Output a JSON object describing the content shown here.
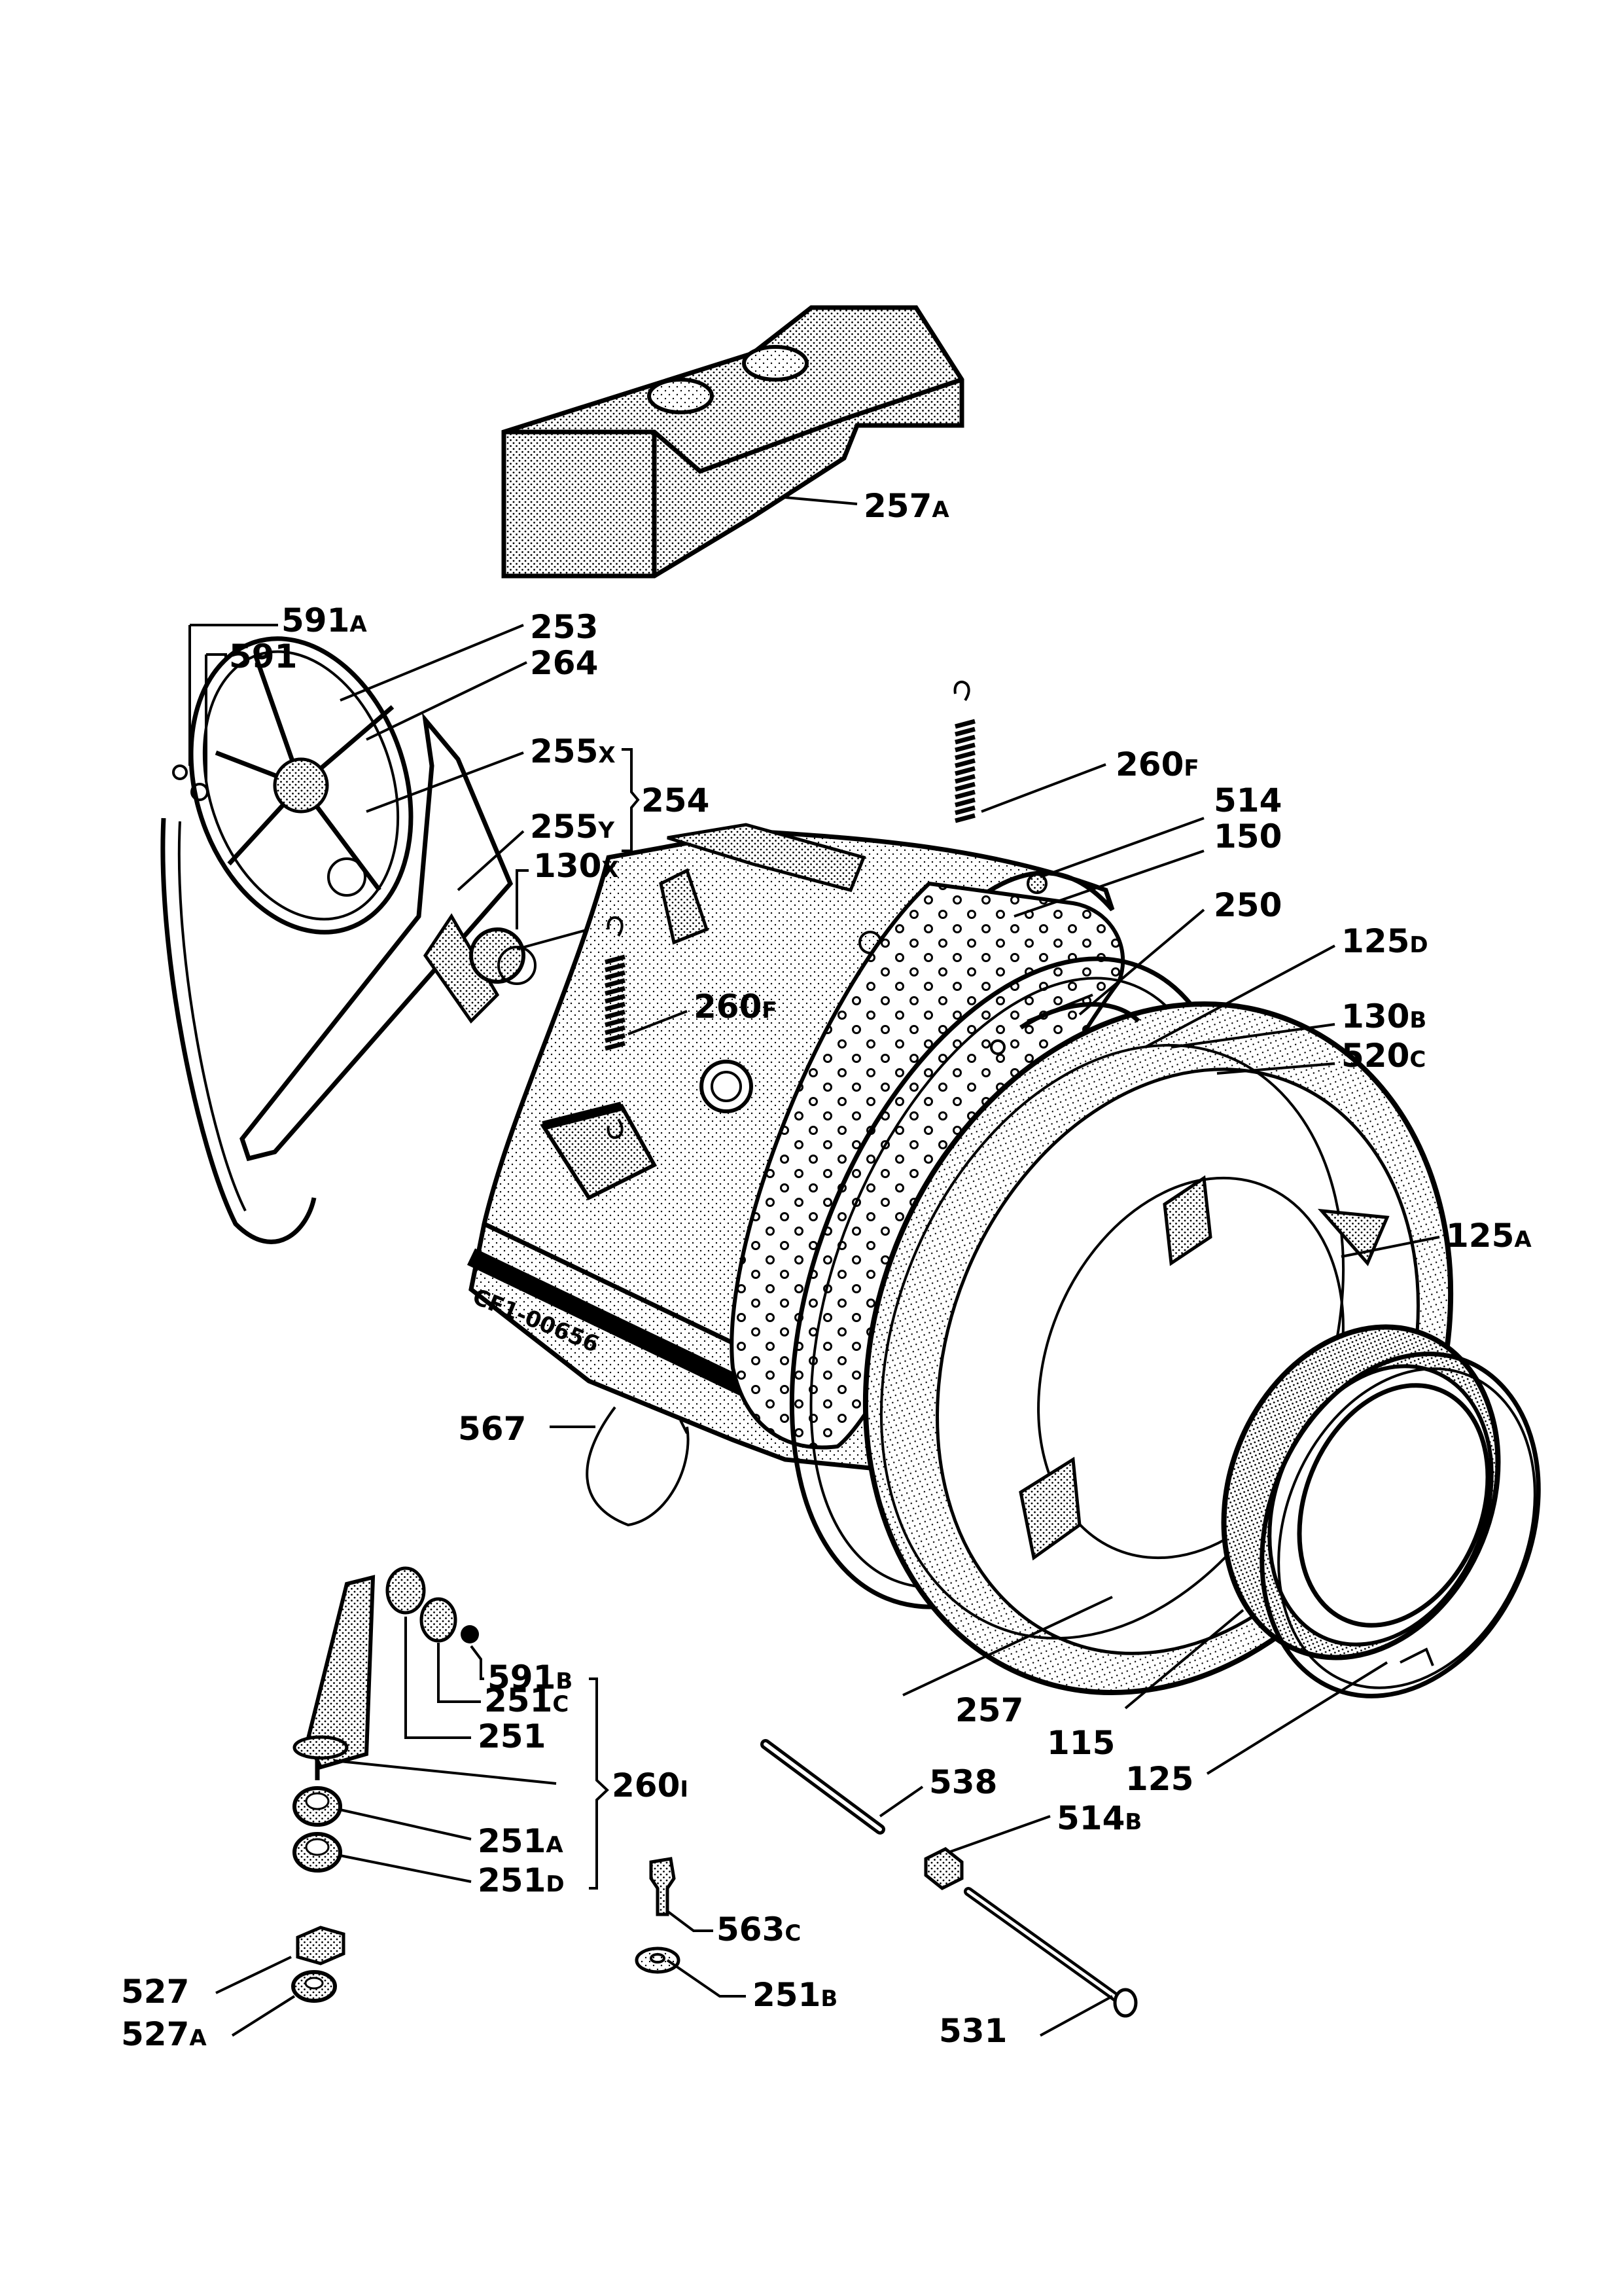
{
  "diagram_code": "CF1-00656",
  "labels": {
    "p257A": {
      "num": "257",
      "sfx": "A"
    },
    "p591A": {
      "num": "591",
      "sfx": "A"
    },
    "p591": {
      "num": "591",
      "sfx": ""
    },
    "p253": {
      "num": "253",
      "sfx": ""
    },
    "p264": {
      "num": "264",
      "sfx": ""
    },
    "p255X": {
      "num": "255",
      "sfx": "X"
    },
    "p254": {
      "num": "254",
      "sfx": ""
    },
    "p255Y": {
      "num": "255",
      "sfx": "Y"
    },
    "p130X": {
      "num": "130",
      "sfx": "X"
    },
    "p260F_a": {
      "num": "260",
      "sfx": "F"
    },
    "p514": {
      "num": "514",
      "sfx": ""
    },
    "p150": {
      "num": "150",
      "sfx": ""
    },
    "p250": {
      "num": "250",
      "sfx": ""
    },
    "p125D": {
      "num": "125",
      "sfx": "D"
    },
    "p260F_b": {
      "num": "260",
      "sfx": "F"
    },
    "p130B": {
      "num": "130",
      "sfx": "B"
    },
    "p520C": {
      "num": "520",
      "sfx": "C"
    },
    "p125A": {
      "num": "125",
      "sfx": "A"
    },
    "p567": {
      "num": "567",
      "sfx": ""
    },
    "p591B": {
      "num": "591",
      "sfx": "B"
    },
    "p251C": {
      "num": "251",
      "sfx": "C"
    },
    "p251": {
      "num": "251",
      "sfx": ""
    },
    "p260I": {
      "num": "260",
      "sfx": "I"
    },
    "p251A": {
      "num": "251",
      "sfx": "A"
    },
    "p251D": {
      "num": "251",
      "sfx": "D"
    },
    "p257": {
      "num": "257",
      "sfx": ""
    },
    "p115": {
      "num": "115",
      "sfx": ""
    },
    "p125": {
      "num": "125",
      "sfx": ""
    },
    "p538": {
      "num": "538",
      "sfx": ""
    },
    "p514B": {
      "num": "514",
      "sfx": "B"
    },
    "p563C": {
      "num": "563",
      "sfx": "C"
    },
    "p527": {
      "num": "527",
      "sfx": ""
    },
    "p527A": {
      "num": "527",
      "sfx": "A"
    },
    "p251B": {
      "num": "251",
      "sfx": "B"
    },
    "p531": {
      "num": "531",
      "sfx": ""
    }
  }
}
